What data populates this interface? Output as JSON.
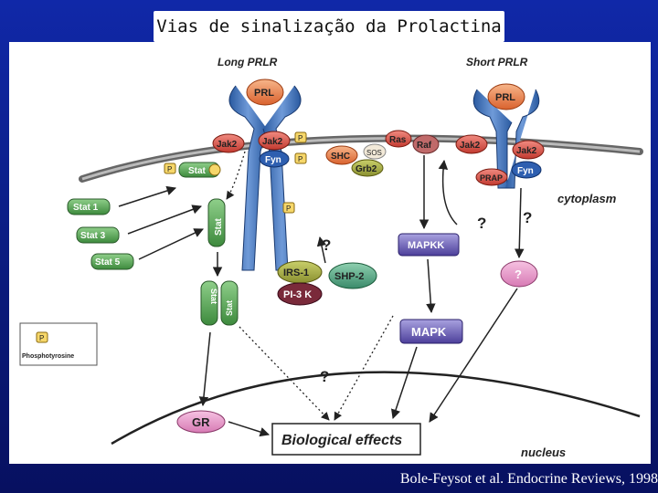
{
  "title": "Vias de sinalização da Prolactina",
  "citation": "Bole-Feysot et al. Endocrine Reviews, 1998",
  "diagram": {
    "long_prlr": "Long PRLR",
    "short_prlr": "Short PRLR",
    "prl": "PRL",
    "jak2": "Jak2",
    "fyn": "Fyn",
    "stat": "Stat",
    "stat1": "Stat 1",
    "stat3": "Stat 3",
    "stat5": "Stat 5",
    "p": "P",
    "shc": "SHC",
    "sos": "SOS",
    "grb2": "Grb2",
    "ras": "Ras",
    "raf": "Raf",
    "prap": "PRAP",
    "cytoplasm": "cytoplasm",
    "nucleus": "nucleus",
    "mapkk": "MAPKK",
    "mapk": "MAPK",
    "irs1": "IRS-1",
    "pi3k": "PI-3 K",
    "shp2": "SHP-2",
    "question": "?",
    "gr": "GR",
    "biological_effects": "Biological effects",
    "phosphotyrosine": "Phosphotyrosine"
  },
  "colors": {
    "background": "#0d1b8c",
    "receptor": "#2d5fa8",
    "jak2": "#d9534f",
    "stat": "#5aa05a",
    "prl": "#e8824a",
    "mapk": "#6a5fb8",
    "question_bubble": "#e79ac9"
  }
}
